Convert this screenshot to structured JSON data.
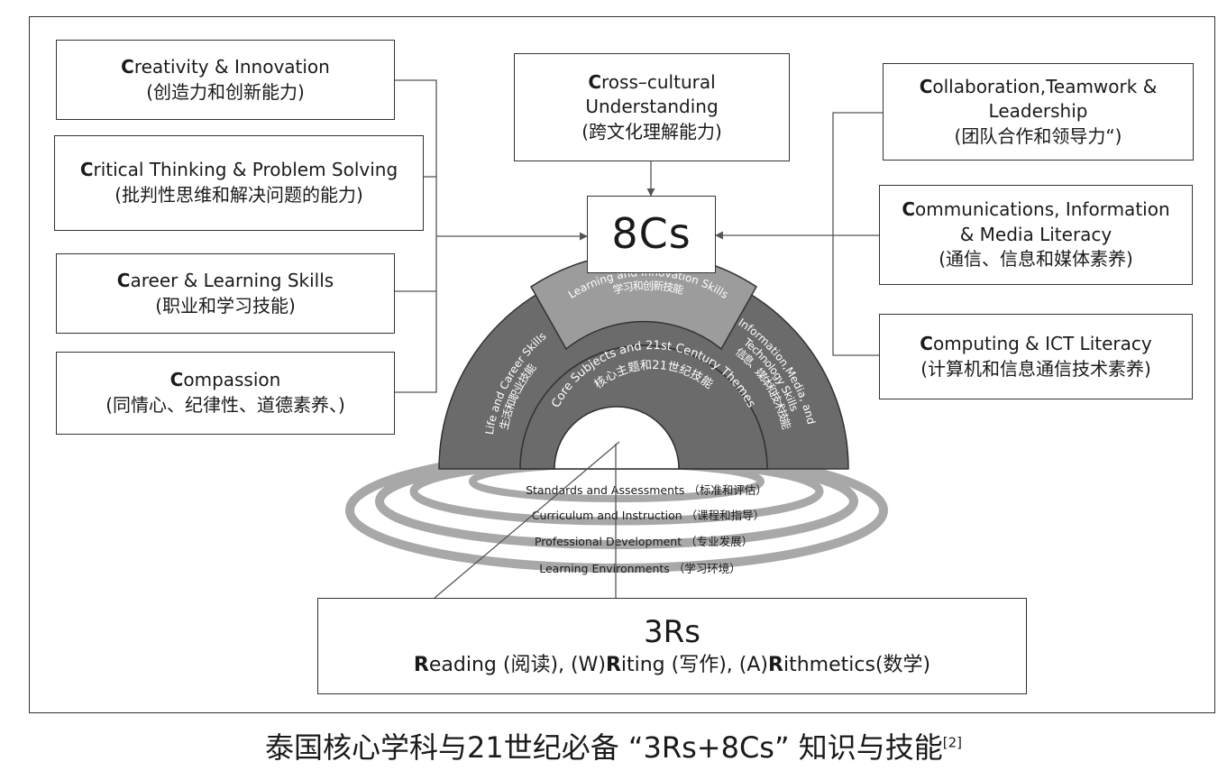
{
  "eight_cs": {
    "title": "8Cs",
    "left": [
      {
        "cap": "C",
        "rest": "reativity & Innovation",
        "cn": "(创造力和创新能力)"
      },
      {
        "cap": "C",
        "rest": "ritical Thinking & Problem Solving",
        "cn": "(批判性思维和解决问题的能力)"
      },
      {
        "cap": "C",
        "rest": "areer & Learning Skills",
        "cn": "(职业和学习技能)"
      },
      {
        "cap": "C",
        "rest": "ompassion",
        "cn": "(同情心、纪律性、道德素养、)"
      }
    ],
    "top": {
      "cap": "C",
      "rest": "ross–cultural",
      "line2": "Understanding",
      "cn": "(跨文化理解能力)"
    },
    "right": [
      {
        "cap": "C",
        "rest": "ollaboration,Teamwork &",
        "line2": "Leadership",
        "cn": "(团队合作和领导力“)"
      },
      {
        "cap": "C",
        "rest": "ommunications, Information",
        "line2": "& Media Literacy",
        "cn": "(通信、信息和媒体素养)"
      },
      {
        "cap": "C",
        "rest": "omputing & ICT Literacy",
        "cn": "(计算机和信息通信技术素养)"
      }
    ]
  },
  "rainbow": {
    "learning_innovation": {
      "en": "Learning and Innovation Skills",
      "cn": "学习和创新技能"
    },
    "life_career": {
      "en": "Life and Career Skills",
      "cn": "生活和职业技能"
    },
    "info_media": {
      "en": "Information,Media, and",
      "en2": "Technology Skills",
      "cn": "信息、媒体和技术技能"
    },
    "core": {
      "en": "Core Subjects and 21st Century Themes",
      "cn": "核心主题和21世纪技能"
    }
  },
  "rings": [
    "Standards and Assessments （标准和评估）",
    "Curriculum and Instruction （课程和指导）",
    "Professional Development （专业发展）",
    "Learning Environments （学习环境）"
  ],
  "three_rs": {
    "title": "3Rs",
    "r1_cap": "R",
    "r1_rest": "eading (阅读), (W)",
    "r2_cap": "R",
    "r2_rest": "iting (写作), (A)",
    "r3_cap": "R",
    "r3_rest": "ithmetics(数学)"
  },
  "caption": {
    "text": "泰国核心学科与21世纪必备 “3Rs+8Cs” 知识与技能",
    "ref": "[2]"
  },
  "colors": {
    "dark_arc": "#6b6b6b",
    "light_arc": "#9c9c9c",
    "ring": "#a8a8a8",
    "line": "#555555"
  }
}
